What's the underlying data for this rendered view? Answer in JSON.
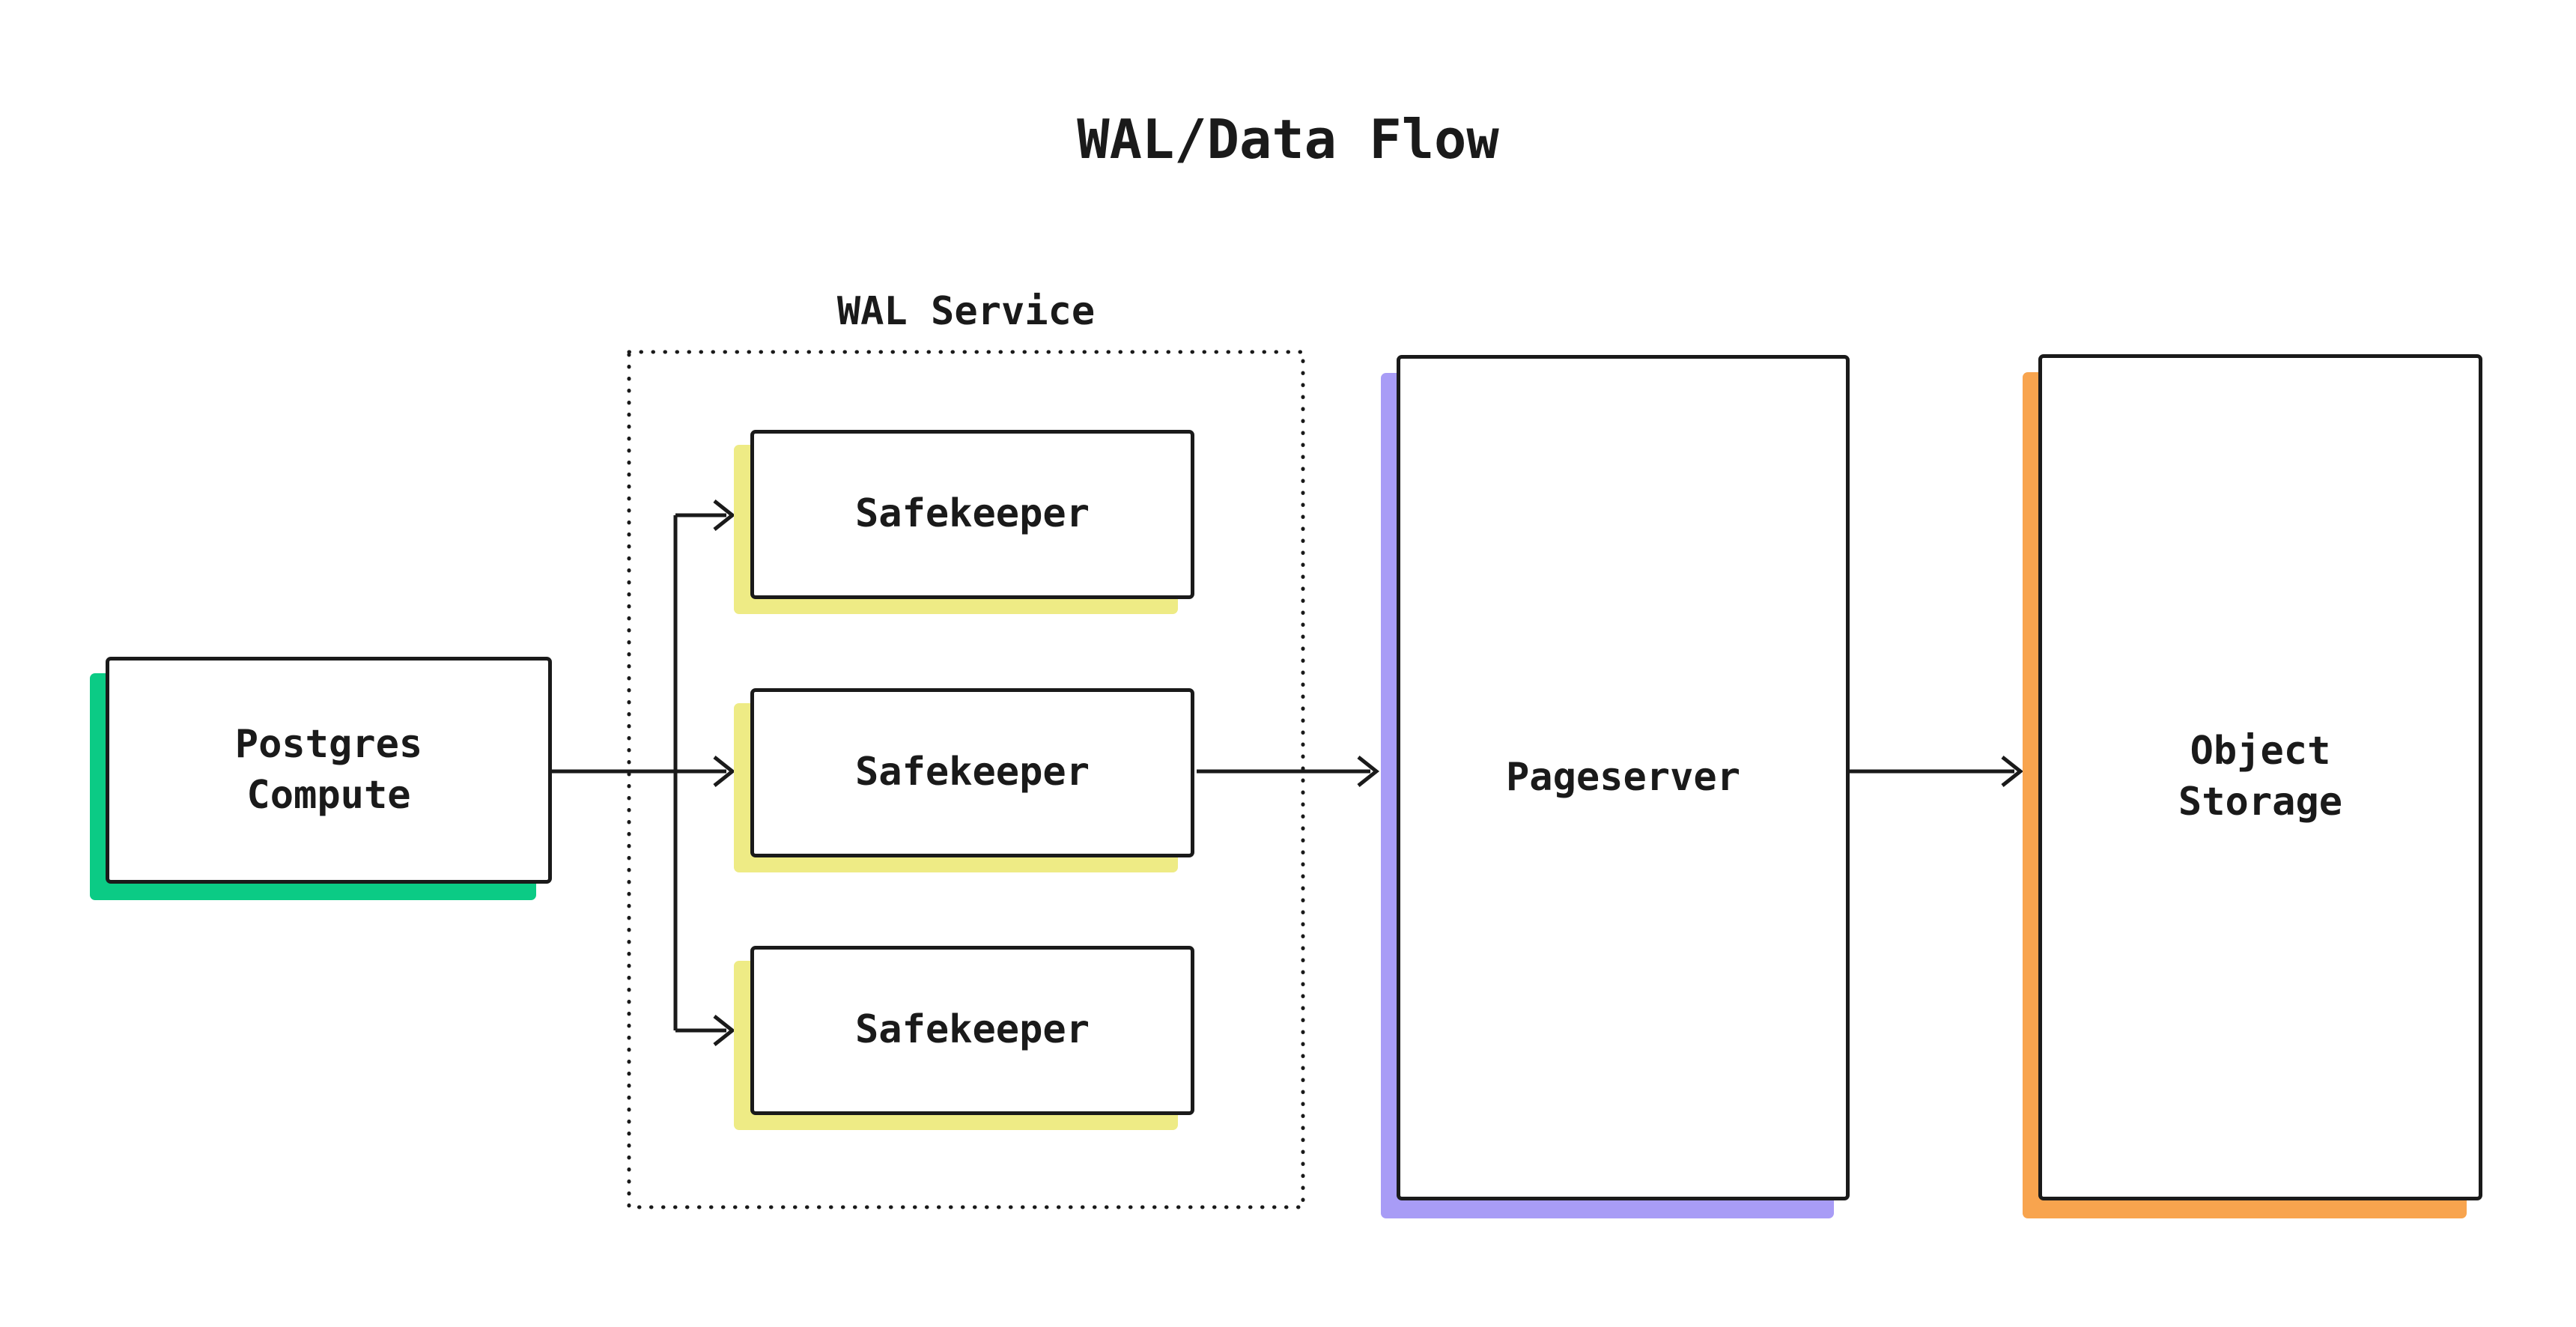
{
  "title": "WAL/Data Flow",
  "colors": {
    "ink": "#1a1a1a",
    "canvas": "#ffffff",
    "green": "#0bcb85",
    "yellow": "#eeeb85",
    "purple": "#a89cf6",
    "orange": "#f8a44e"
  },
  "wal_service": {
    "label": "WAL Service"
  },
  "nodes": {
    "postgres": {
      "label": "Postgres\nCompute",
      "accent": "#0bcb85"
    },
    "safekeeper1": {
      "label": "Safekeeper",
      "accent": "#eeeb85"
    },
    "safekeeper2": {
      "label": "Safekeeper",
      "accent": "#eeeb85"
    },
    "safekeeper3": {
      "label": "Safekeeper",
      "accent": "#eeeb85"
    },
    "pageserver": {
      "label": "Pageserver",
      "accent": "#a89cf6"
    },
    "object_storage": {
      "label": "Object\nStorage",
      "accent": "#f8a44e"
    }
  }
}
